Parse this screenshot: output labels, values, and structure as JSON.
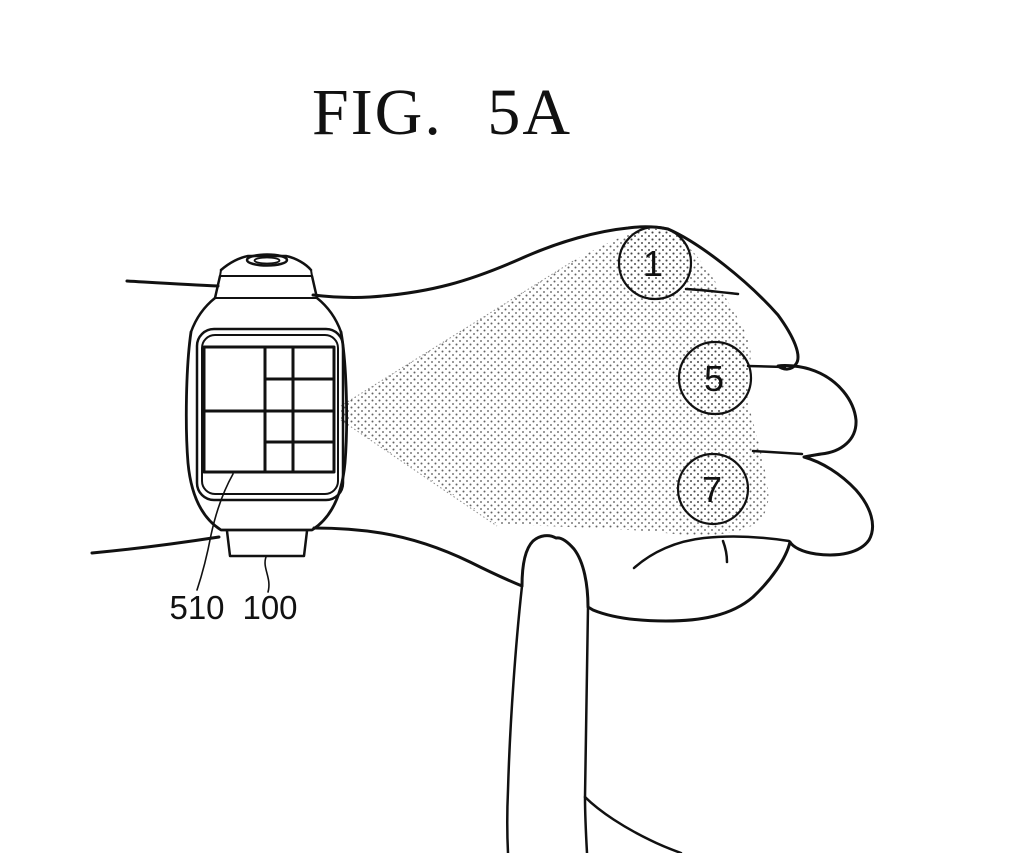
{
  "figure": {
    "title": "FIG. 5A",
    "knuckles": [
      {
        "label": "1"
      },
      {
        "label": "5"
      },
      {
        "label": "7"
      }
    ],
    "reference_labels": [
      {
        "label": "510",
        "points_to": "projected-screen-image"
      },
      {
        "label": "100",
        "points_to": "smartwatch-device"
      }
    ]
  },
  "colors": {
    "ink": "#111111",
    "background": "#ffffff",
    "stipple": "#3c3c3c"
  }
}
